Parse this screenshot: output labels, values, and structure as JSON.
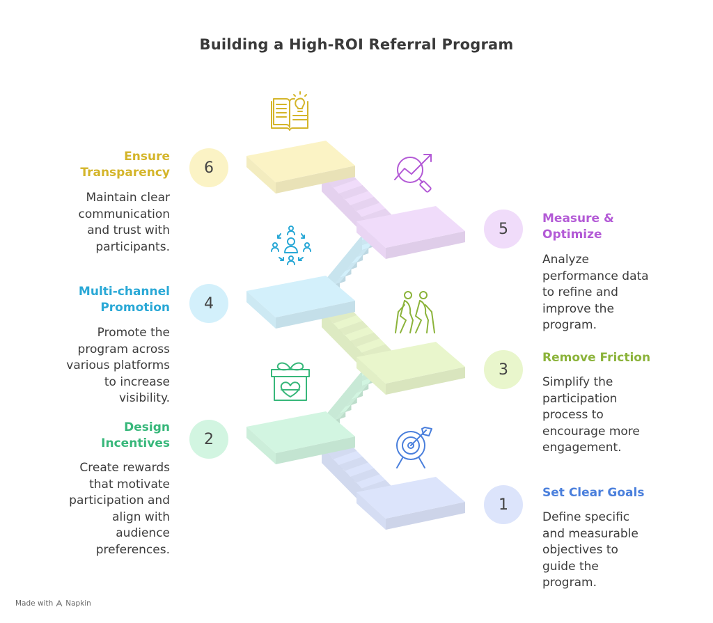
{
  "title": "Building a High-ROI Referral Program",
  "steps": [
    {
      "num": "1",
      "title": "Set Clear Goals",
      "desc": [
        "Define specific",
        "and measurable",
        "objectives to",
        "guide the",
        "program."
      ],
      "color": "#4a7fdc",
      "fill": "#dce4fb",
      "icon": "target-icon"
    },
    {
      "num": "2",
      "title": [
        "Design",
        "Incentives"
      ],
      "desc": [
        "Create rewards",
        "that motivate",
        "participation and",
        "align with",
        "audience",
        "preferences."
      ],
      "color": "#37b77a",
      "fill": "#d2f5e1",
      "icon": "gift-heart-icon"
    },
    {
      "num": "3",
      "title": "Remove Friction",
      "desc": [
        "Simplify the",
        "participation",
        "process to",
        "encourage more",
        "engagement."
      ],
      "color": "#8bb33a",
      "fill": "#e9f6cc",
      "icon": "hikers-icon"
    },
    {
      "num": "4",
      "title": [
        "Multi-channel",
        "Promotion"
      ],
      "desc": [
        "Promote the",
        "program across",
        "various platforms",
        "to increase",
        "visibility."
      ],
      "color": "#29a8d6",
      "fill": "#d3f0fb",
      "icon": "network-people-icon"
    },
    {
      "num": "5",
      "title": [
        "Measure &",
        "Optimize"
      ],
      "desc": [
        "Analyze",
        "performance data",
        "to refine and",
        "improve the",
        "program."
      ],
      "color": "#b35ad6",
      "fill": "#f0dcfa",
      "icon": "analytics-magnifier-icon"
    },
    {
      "num": "6",
      "title": [
        "Ensure",
        "Transparency"
      ],
      "desc": [
        "Maintain clear",
        "communication",
        "and trust with",
        "participants."
      ],
      "color": "#d4b52a",
      "fill": "#fbf3c5",
      "icon": "book-lightbulb-icon"
    }
  ],
  "footer": {
    "made_with": "Made with",
    "brand": "Napkin"
  }
}
